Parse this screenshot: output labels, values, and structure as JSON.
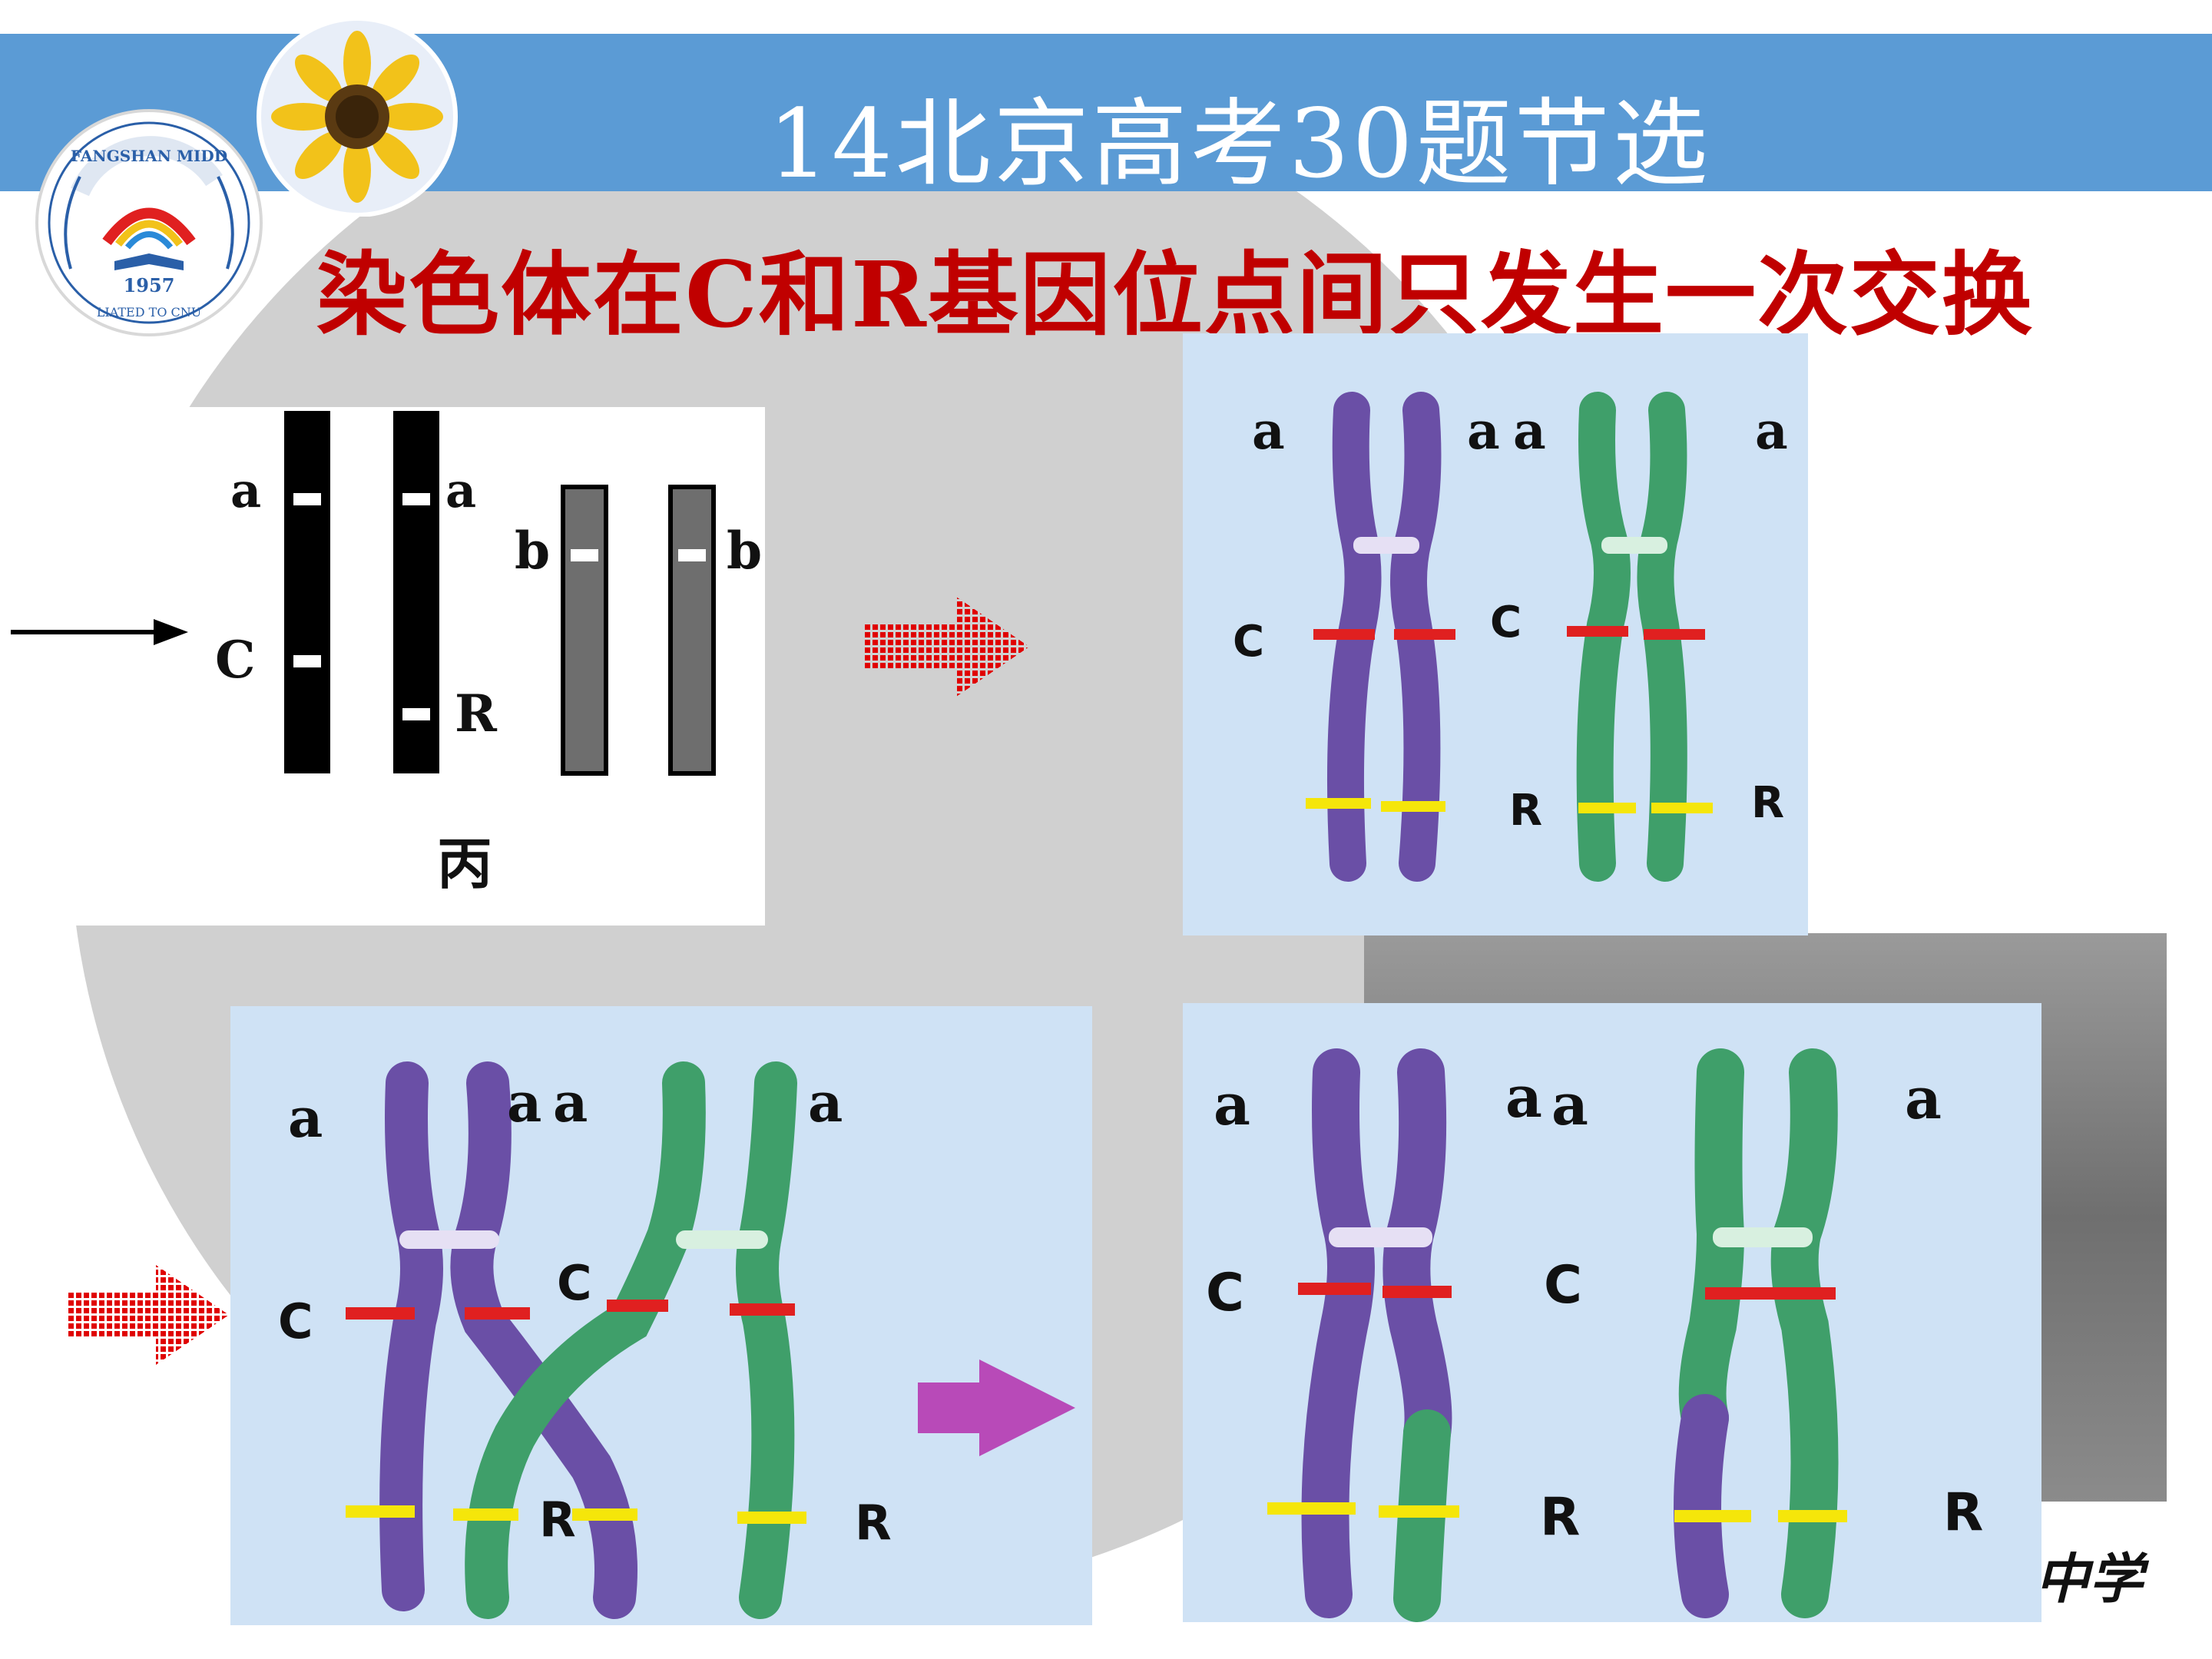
{
  "header": {
    "title": "14北京高考30题节选",
    "subtitle": "染色体在C和R基因位点间只发生一次交换"
  },
  "logo": {
    "text_top": "FANGSHAN MIDD",
    "year": "1957",
    "text_bottom": "LIATED TO CNU"
  },
  "footer": {
    "school_fragment": "中学"
  },
  "colors": {
    "header_bar": "#5b9bd5",
    "subtitle": "#c00000",
    "arrow_dots": "#e00000",
    "purple": "#6a4fa6",
    "green": "#3f9f6a",
    "band_red": "#e02020",
    "band_yellow": "#f5e60a",
    "magenta_arrow": "#b84ab8"
  },
  "diagram_bing": {
    "caption": "丙",
    "labels": {
      "a1": "a",
      "a2": "a",
      "c": "C",
      "r": "R",
      "b1": "b",
      "b2": "b"
    }
  },
  "panel1": {
    "labels": {
      "a1": "a",
      "a2": "a",
      "a3": "a",
      "a4": "a",
      "c1": "C",
      "c2": "C",
      "r1": "R",
      "r2": "R"
    }
  },
  "panel2": {
    "labels": {
      "a1": "a",
      "a2": "a",
      "a3": "a",
      "a4": "a",
      "c1": "C",
      "c2": "C",
      "r1": "R",
      "r2": "R"
    }
  },
  "panel3": {
    "labels": {
      "a1": "a",
      "a2": "a",
      "a3": "a",
      "a4": "a",
      "c1": "C",
      "c2": "C",
      "r1": "R",
      "r2": "R"
    }
  }
}
